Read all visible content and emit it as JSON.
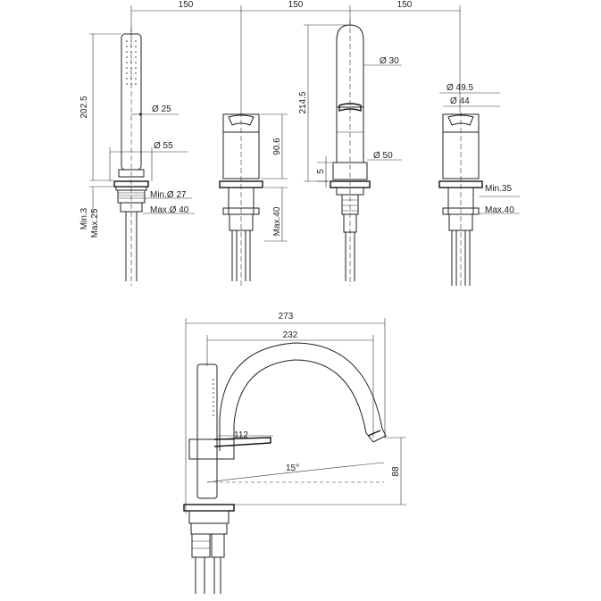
{
  "top_view": {
    "spacing": [
      "150",
      "150",
      "150"
    ],
    "handshower": {
      "height": "202.5",
      "d_hose": "Ø 25",
      "d_base": "Ø 55",
      "min_hole": "Min.Ø 27",
      "max_hole": "Max.Ø 40",
      "deck_min": "Min.3",
      "deck_max": "Max.25"
    },
    "valve": {
      "height": "90.6",
      "deck_max": "Max.40"
    },
    "spout": {
      "height": "214.5",
      "d_top": "Ø 30",
      "d_base": "Ø 50",
      "base_h": "5"
    },
    "diverter": {
      "d_outer": "Ø 49.5",
      "d_inner": "Ø 44",
      "deck_min": "Min.35",
      "deck_max": "Max.40"
    }
  },
  "side_view": {
    "overall_width": "273",
    "spout_reach": "232",
    "handle_length": "112",
    "angle": "15°",
    "spout_height": "88"
  }
}
